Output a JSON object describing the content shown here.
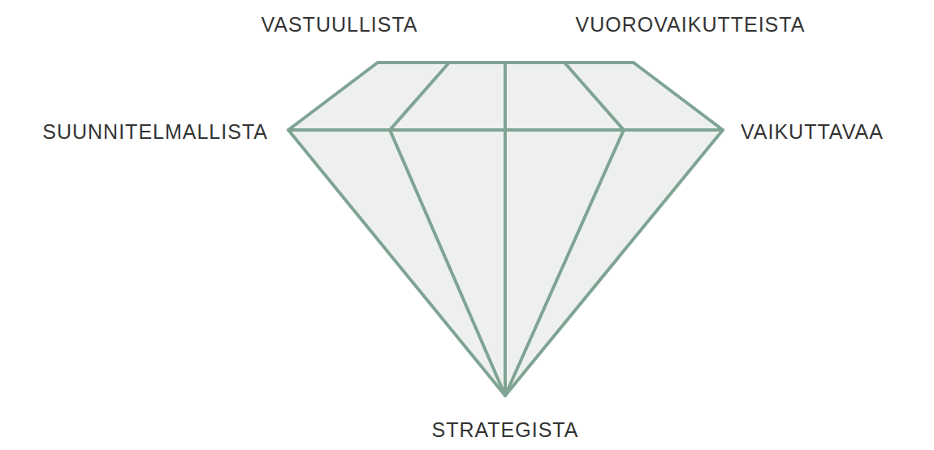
{
  "diagram": {
    "labels": [
      "VASTUULLISTA",
      "VUOROVAIKUTTEISTA",
      "SUUNNITELMALLISTA",
      "VAIKUTTAVAA",
      "STRATEGISTA"
    ]
  }
}
